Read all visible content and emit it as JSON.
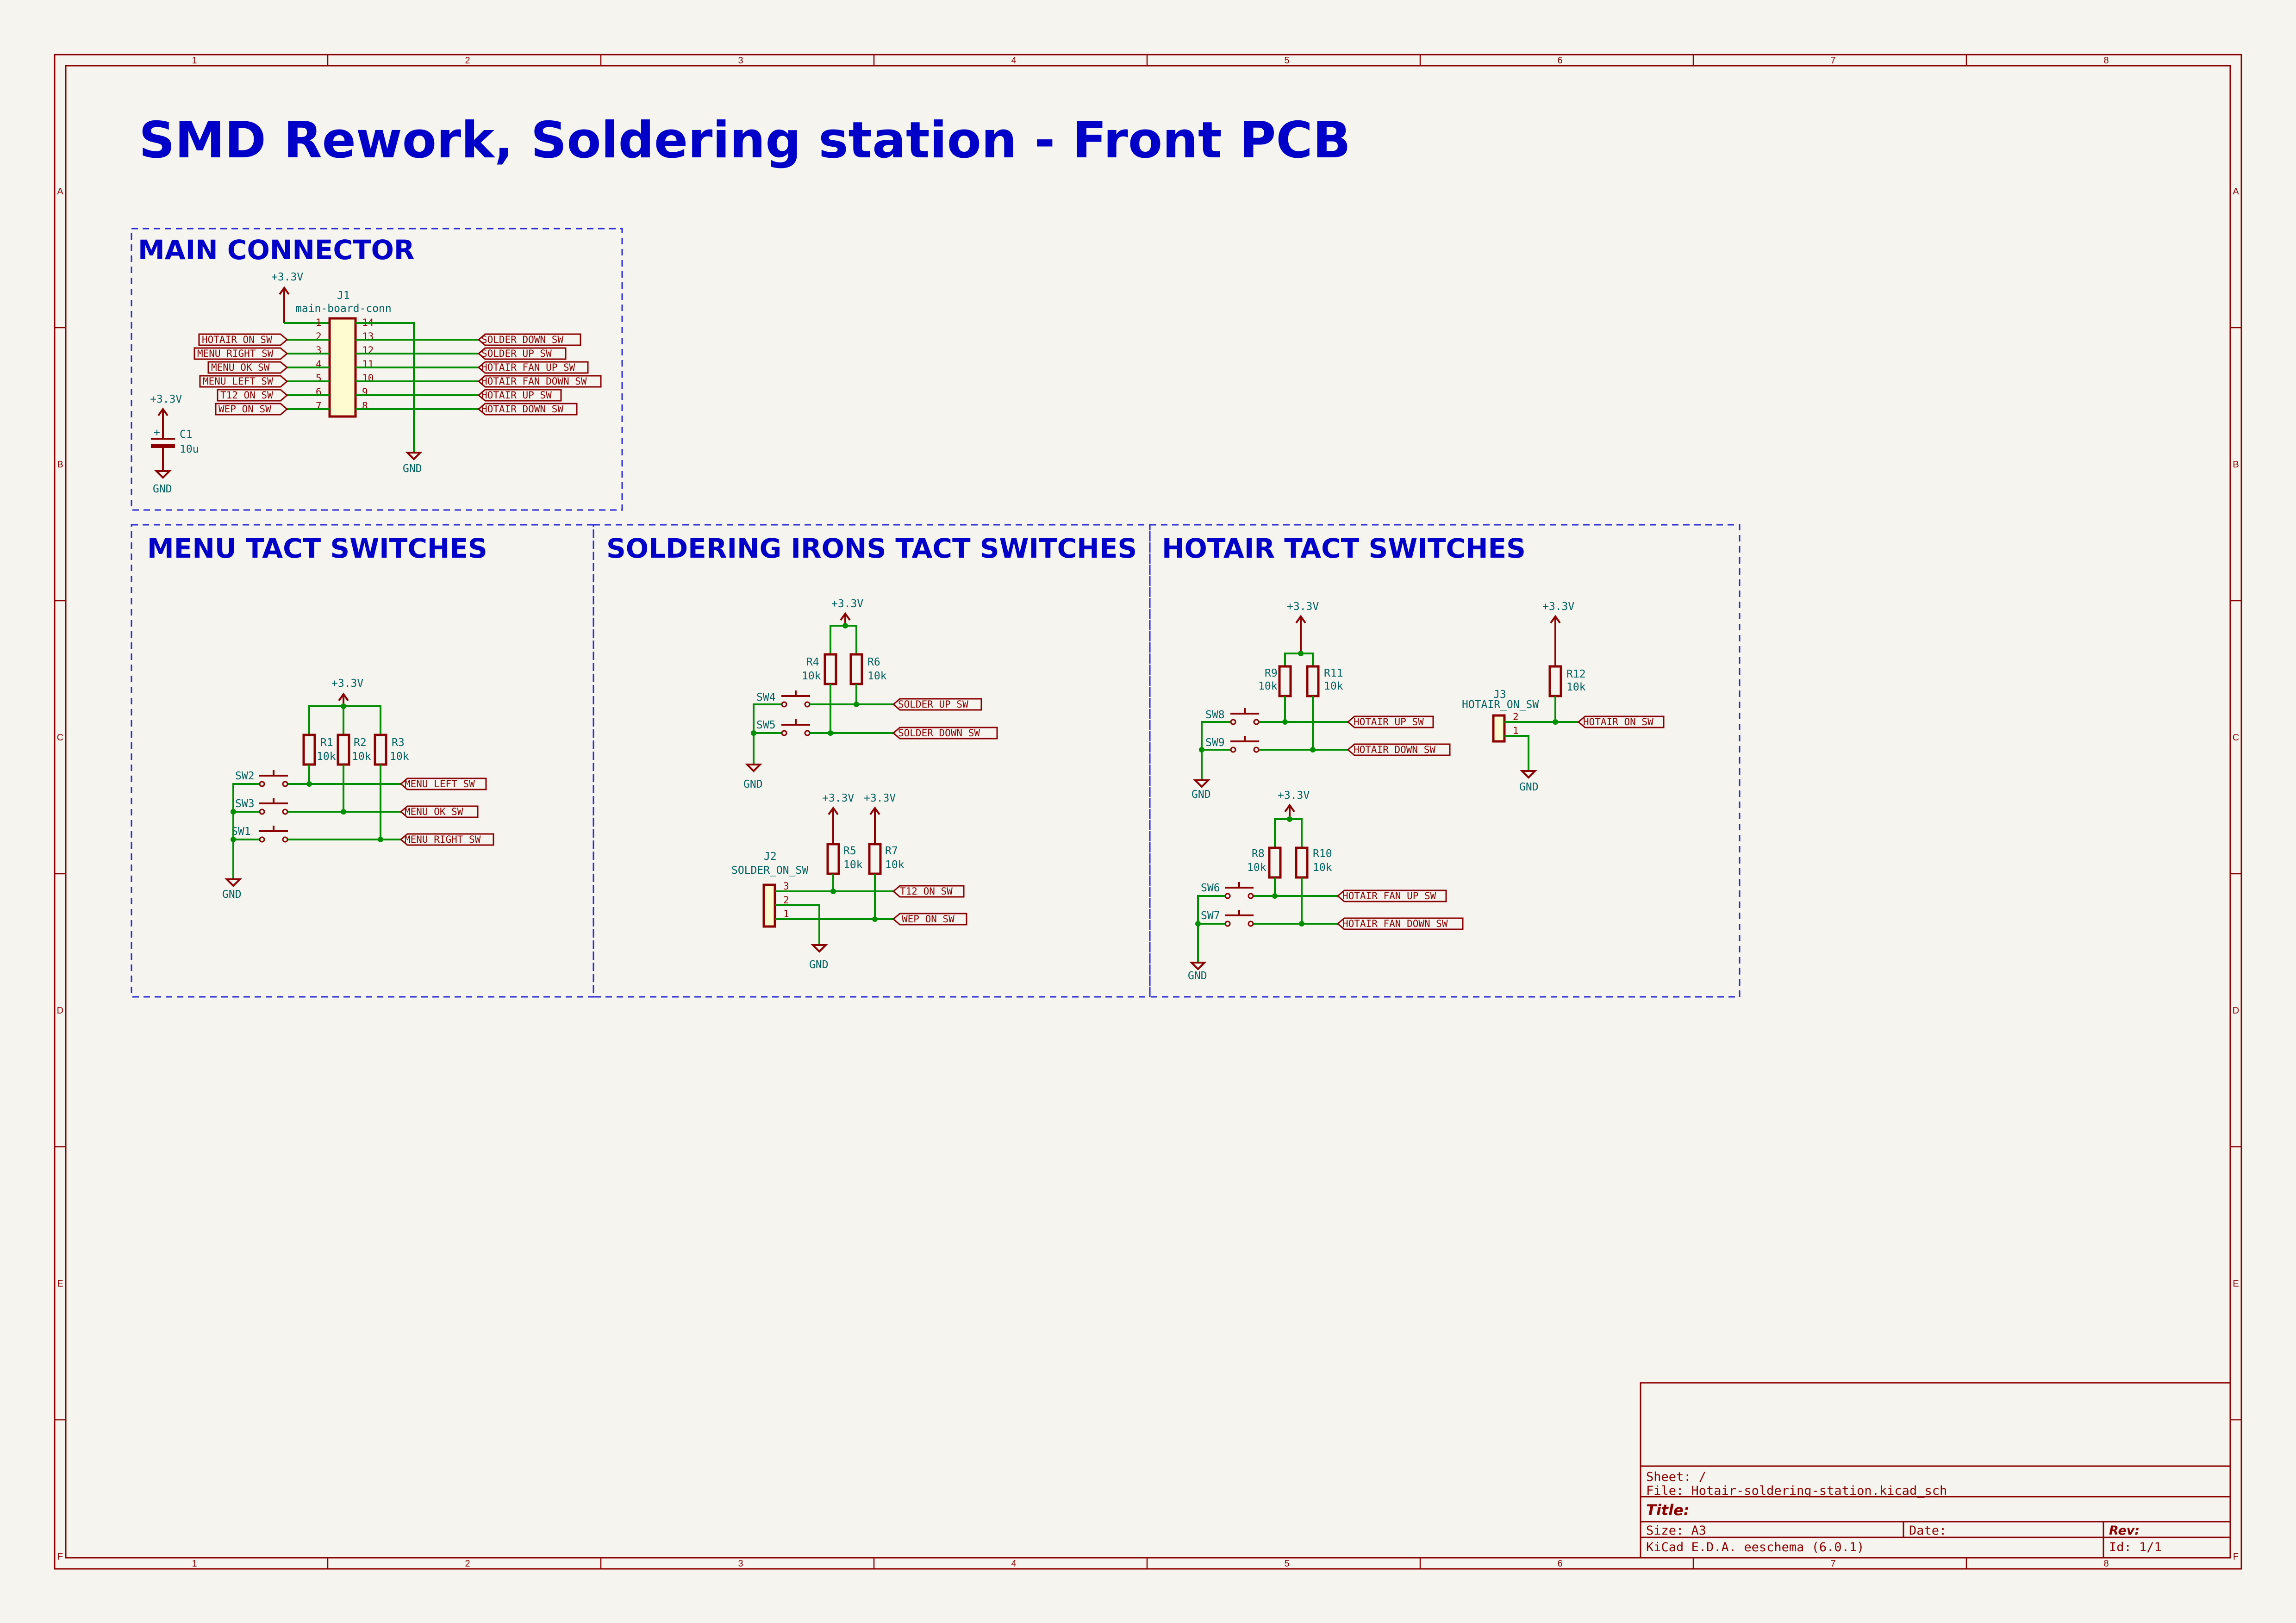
{
  "title": "SMD Rework, Soldering station - Front PCB",
  "ruler": {
    "cols": [
      "1",
      "2",
      "3",
      "4",
      "5",
      "6",
      "7",
      "8"
    ],
    "rows": [
      "A",
      "B",
      "C",
      "D",
      "E",
      "F"
    ]
  },
  "sections": {
    "main_connector": "MAIN CONNECTOR",
    "menu_tact": "MENU TACT SWITCHES",
    "irons_tact": "SOLDERING IRONS TACT SWITCHES",
    "hotair_tact": "HOTAIR TACT SWITCHES"
  },
  "power": {
    "vcc": "+3.3V",
    "gnd": "GND"
  },
  "connector_j1": {
    "ref": "J1",
    "value": "main-board-conn",
    "left_pins": [
      "1",
      "2",
      "3",
      "4",
      "5",
      "6",
      "7"
    ],
    "right_pins": [
      "14",
      "13",
      "12",
      "11",
      "10",
      "9",
      "8"
    ],
    "left_labels": [
      "HOTAIR_ON_SW",
      "MENU_RIGHT_SW",
      "MENU_OK_SW",
      "MENU_LEFT_SW",
      "T12_ON_SW",
      "WEP_ON_SW"
    ],
    "right_labels": [
      "SOLDER_DOWN_SW",
      "SOLDER_UP_SW",
      "HOTAIR_FAN_UP_SW",
      "HOTAIR_FAN_DOWN_SW",
      "HOTAIR_UP_SW",
      "HOTAIR_DOWN_SW"
    ]
  },
  "cap_c1": {
    "ref": "C1",
    "value": "10u"
  },
  "menu": {
    "resistors": [
      {
        "ref": "R1",
        "value": "10k"
      },
      {
        "ref": "R2",
        "value": "10k"
      },
      {
        "ref": "R3",
        "value": "10k"
      }
    ],
    "switches": [
      "SW2",
      "SW3",
      "SW1"
    ],
    "labels": [
      "MENU_LEFT_SW",
      "MENU_OK_SW",
      "MENU_RIGHT_SW"
    ]
  },
  "irons": {
    "resistors": [
      {
        "ref": "R4",
        "value": "10k"
      },
      {
        "ref": "R6",
        "value": "10k"
      },
      {
        "ref": "R5",
        "value": "10k"
      },
      {
        "ref": "R7",
        "value": "10k"
      }
    ],
    "switches": [
      "SW4",
      "SW5"
    ],
    "labels": [
      "SOLDER_UP_SW",
      "SOLDER_DOWN_SW",
      "T12_ON_SW",
      "WEP_ON_SW"
    ],
    "j2": {
      "ref": "J2",
      "value": "SOLDER_ON_SW",
      "pins": [
        "3",
        "2",
        "1"
      ]
    }
  },
  "hotair": {
    "resistors": [
      {
        "ref": "R9",
        "value": "10k"
      },
      {
        "ref": "R11",
        "value": "10k"
      },
      {
        "ref": "R12",
        "value": "10k"
      },
      {
        "ref": "R8",
        "value": "10k"
      },
      {
        "ref": "R10",
        "value": "10k"
      }
    ],
    "switches": [
      "SW8",
      "SW9",
      "SW6",
      "SW7"
    ],
    "labels": [
      "HOTAIR_UP_SW",
      "HOTAIR_DOWN_SW",
      "HOTAIR_ON_SW",
      "HOTAIR_FAN_UP_SW",
      "HOTAIR_FAN_DOWN_SW"
    ],
    "j3": {
      "ref": "J3",
      "value": "HOTAIR_ON_SW",
      "pins": [
        "2",
        "1"
      ]
    }
  },
  "title_block": {
    "sheet": "Sheet: /",
    "file": "File: Hotair-soldering-station.kicad_sch",
    "title": "Title:",
    "size": "Size: A3",
    "date": "Date:",
    "rev": "Rev:",
    "tool": "KiCad E.D.A.  eeschema (6.0.1)",
    "id": "Id: 1/1"
  }
}
